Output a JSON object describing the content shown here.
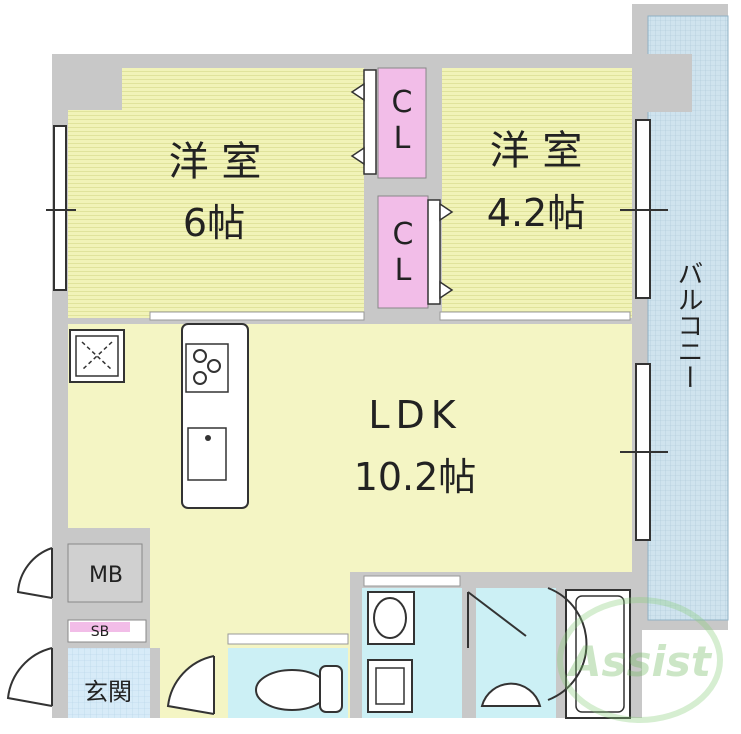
{
  "rooms": {
    "western_room_a": {
      "name": "洋 室",
      "size": "6帖"
    },
    "western_room_b": {
      "name": "洋 室",
      "size": "4.2帖"
    },
    "ldk": {
      "name": "LDK",
      "size": "10.2帖"
    }
  },
  "labels": {
    "closet_1": [
      "C",
      "L"
    ],
    "closet_2": [
      "C",
      "L"
    ],
    "meter_box": "MB",
    "shoe_box": "SB",
    "entrance": "玄関",
    "balcony": "バルコニー"
  },
  "watermark": "Assist",
  "colors": {
    "room_floor": "#f1f3b8",
    "room_line": "#dde0a0",
    "ldk_floor": "#f4f5c4",
    "closet": "#f2bde8",
    "wet_area": "#ccf0f5",
    "balcony": "#cfe3ee",
    "wall": "#c8c8c8",
    "wall_dark": "#9a9a9a",
    "entrance": "#d7ebf8"
  }
}
